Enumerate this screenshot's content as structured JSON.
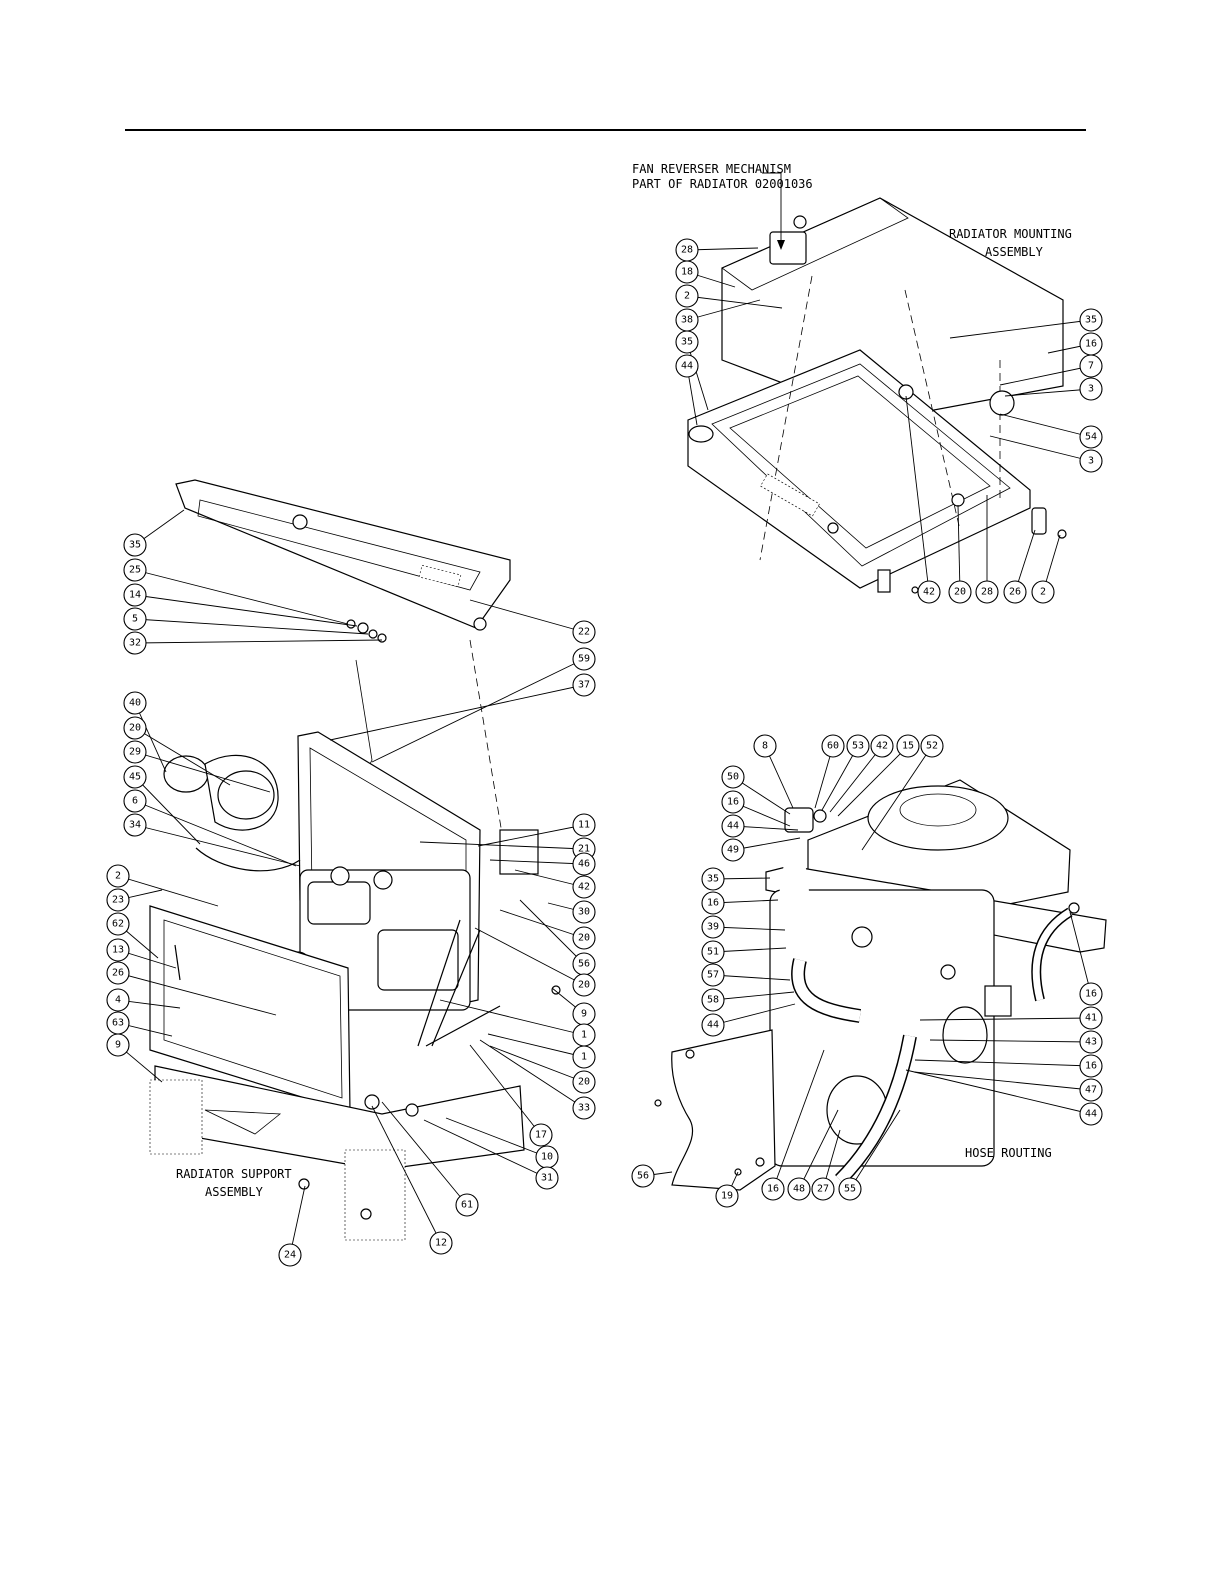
{
  "labels": {
    "fan_reverser_line1": "FAN REVERSER MECHANISM",
    "fan_reverser_line2": "PART OF RADIATOR 02001036",
    "radiator_mounting_line1": "RADIATOR MOUNTING",
    "radiator_mounting_line2": "ASSEMBLY",
    "radiator_support_line1": "RADIATOR SUPPORT",
    "radiator_support_line2": "ASSEMBLY",
    "hose_routing": "HOSE ROUTING"
  },
  "callouts": {
    "mounting": [
      "28",
      "18",
      "2",
      "38",
      "35",
      "44",
      "35",
      "16",
      "7",
      "3",
      "54",
      "3",
      "42",
      "20",
      "28",
      "26",
      "2"
    ],
    "support": [
      "35",
      "25",
      "14",
      "5",
      "32",
      "22",
      "59",
      "37",
      "40",
      "20",
      "29",
      "45",
      "6",
      "34",
      "11",
      "21",
      "46",
      "42",
      "30",
      "20",
      "56",
      "20",
      "2",
      "23",
      "62",
      "13",
      "26",
      "4",
      "63",
      "9",
      "9",
      "1",
      "1",
      "20",
      "33",
      "17",
      "10",
      "31",
      "61",
      "12",
      "24"
    ],
    "hose": [
      "8",
      "60",
      "53",
      "42",
      "15",
      "52",
      "50",
      "16",
      "44",
      "49",
      "35",
      "16",
      "39",
      "51",
      "57",
      "58",
      "44",
      "16",
      "41",
      "43",
      "16",
      "47",
      "44",
      "56",
      "19",
      "16",
      "48",
      "27",
      "55"
    ]
  }
}
